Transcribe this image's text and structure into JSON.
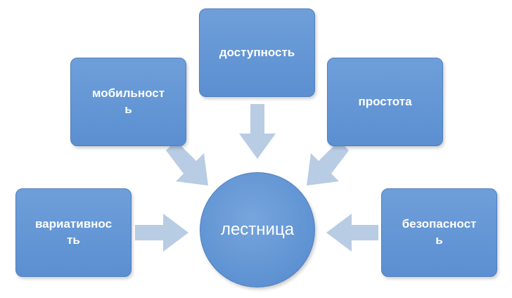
{
  "diagram": {
    "center": {
      "label": "лестница"
    },
    "nodes": [
      {
        "id": "access",
        "label_lines": [
          "доступность"
        ]
      },
      {
        "id": "mobility",
        "label_lines": [
          "мобильност",
          "ь"
        ]
      },
      {
        "id": "simplicity",
        "label_lines": [
          "простота"
        ]
      },
      {
        "id": "variability",
        "label_lines": [
          "вариативнос",
          "ть"
        ]
      },
      {
        "id": "safety",
        "label_lines": [
          "безопасност",
          "ь"
        ]
      }
    ],
    "colors": {
      "node_fill": "#6b9bd6",
      "node_border": "#4f7fbe",
      "arrow_fill": "#b8cce4",
      "text": "#ffffff"
    }
  }
}
